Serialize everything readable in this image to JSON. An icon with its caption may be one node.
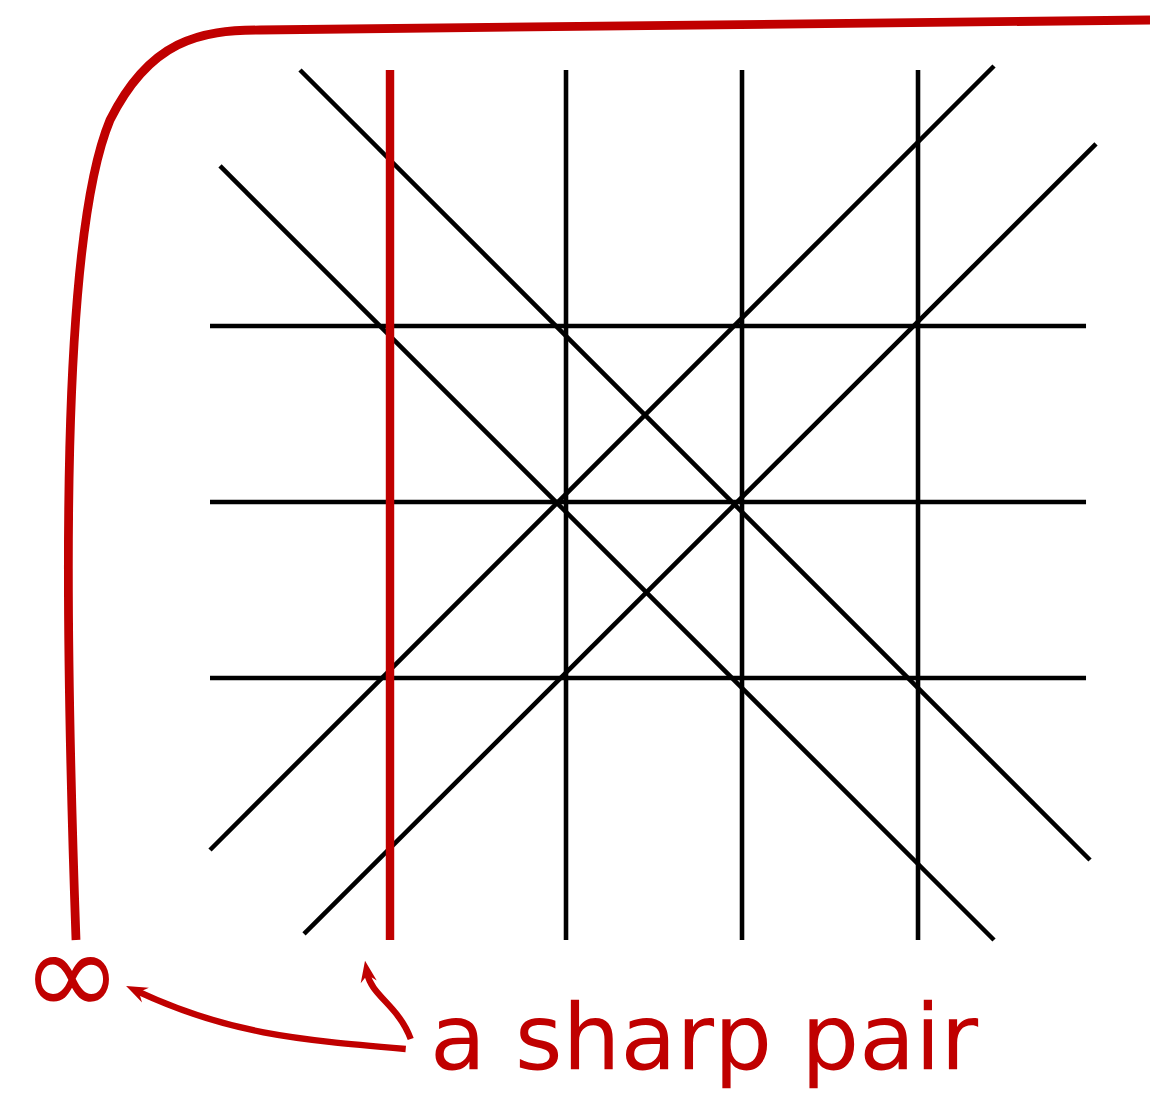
{
  "diagram": {
    "nodes": [
      {
        "text": [
          "a sharp pair"
        ]
      },
      {
        "text": [
          "∞"
        ]
      },
      {
        "text": [],
        "shape": "line"
      }
    ],
    "edges": [
      {
        "from": 0,
        "to": 1,
        "arrow": "to"
      },
      {
        "from": 0,
        "to": 2,
        "arrow": "to"
      }
    ]
  }
}
